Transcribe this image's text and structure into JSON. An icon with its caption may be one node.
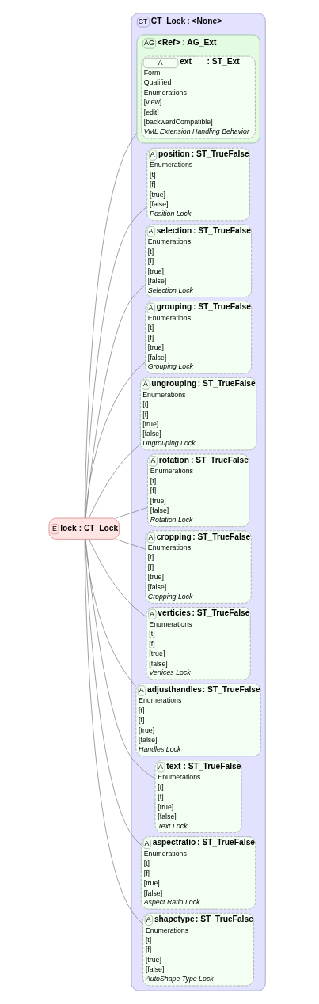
{
  "diagram": {
    "nodes": [
      {
        "text": [
          "E",
          "lock",
          ": CT_Lock"
        ]
      },
      {
        "text": [
          "CT",
          "CT_Lock",
          ": <None>"
        ]
      },
      {
        "text": [
          "AG",
          "<Ref>",
          ": AG_Ext"
        ],
        "in": 1
      },
      {
        "text": [
          "A",
          "ext",
          ": ST_Ext",
          "Form",
          "Qualified",
          "Enumerations",
          "[view]",
          "[edit]",
          "[backwardCompatible]",
          "VML Extension Handling Behavior"
        ],
        "in": 2
      },
      {
        "text": [
          "A",
          "position",
          ": ST_TrueFalse",
          "Enumerations",
          "[t]",
          "[f]",
          "[true]",
          "[false]",
          "Position Lock"
        ],
        "in": 1
      },
      {
        "text": [
          "A",
          "selection",
          ": ST_TrueFalse",
          "Enumerations",
          "[t]",
          "[f]",
          "[true]",
          "[false]",
          "Selection Lock"
        ],
        "in": 1
      },
      {
        "text": [
          "A",
          "grouping",
          ": ST_TrueFalse",
          "Enumerations",
          "[t]",
          "[f]",
          "[true]",
          "[false]",
          "Grouping Lock"
        ],
        "in": 1
      },
      {
        "text": [
          "A",
          "ungrouping",
          ": ST_TrueFalse",
          "Enumerations",
          "[t]",
          "[f]",
          "[true]",
          "[false]",
          "Ungrouping Lock"
        ],
        "in": 1
      },
      {
        "text": [
          "A",
          "rotation",
          ": ST_TrueFalse",
          "Enumerations",
          "[t]",
          "[f]",
          "[true]",
          "[false]",
          "Rotation Lock"
        ],
        "in": 1
      },
      {
        "text": [
          "A",
          "cropping",
          ": ST_TrueFalse",
          "Enumerations",
          "[t]",
          "[f]",
          "[true]",
          "[false]",
          "Cropping Lock"
        ],
        "in": 1
      },
      {
        "text": [
          "A",
          "verticies",
          ": ST_TrueFalse",
          "Enumerations",
          "[t]",
          "[f]",
          "[true]",
          "[false]",
          "Vertices Lock"
        ],
        "in": 1
      },
      {
        "text": [
          "A",
          "adjusthandles",
          ": ST_TrueFalse",
          "Enumerations",
          "[t]",
          "[f]",
          "[true]",
          "[false]",
          "Handles Lock"
        ],
        "in": 1
      },
      {
        "text": [
          "A",
          "text",
          ": ST_TrueFalse",
          "Enumerations",
          "[t]",
          "[f]",
          "[true]",
          "[false]",
          "Text Lock"
        ],
        "in": 1
      },
      {
        "text": [
          "A",
          "aspectratio",
          ": ST_TrueFalse",
          "Enumerations",
          "[t]",
          "[f]",
          "[true]",
          "[false]",
          "Aspect Ratio Lock"
        ],
        "in": 1
      },
      {
        "text": [
          "A",
          "shapetype",
          ": ST_TrueFalse",
          "Enumerations",
          "[t]",
          "[f]",
          "[true]",
          "[false]",
          "AutoShape Type Lock"
        ],
        "in": 1
      }
    ],
    "edges": [
      {
        "from": 0,
        "to": 2,
        "arrow": "none"
      },
      {
        "from": 0,
        "to": 4,
        "arrow": "none"
      },
      {
        "from": 0,
        "to": 5,
        "arrow": "none"
      },
      {
        "from": 0,
        "to": 6,
        "arrow": "none"
      },
      {
        "from": 0,
        "to": 7,
        "arrow": "none"
      },
      {
        "from": 0,
        "to": 8,
        "arrow": "none"
      },
      {
        "from": 0,
        "to": 9,
        "arrow": "none"
      },
      {
        "from": 0,
        "to": 10,
        "arrow": "none"
      },
      {
        "from": 0,
        "to": 11,
        "arrow": "none"
      },
      {
        "from": 0,
        "to": 12,
        "arrow": "none"
      },
      {
        "from": 0,
        "to": 13,
        "arrow": "none"
      },
      {
        "from": 0,
        "to": 14,
        "arrow": "none"
      }
    ]
  }
}
